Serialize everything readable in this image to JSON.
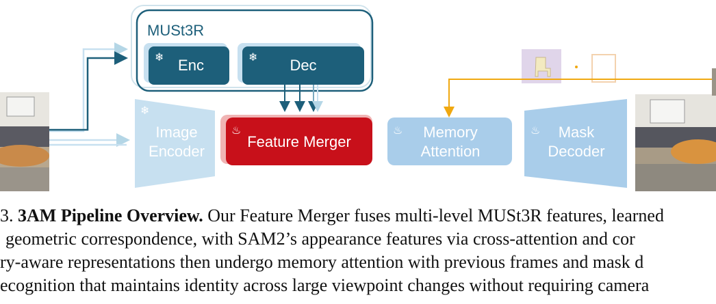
{
  "diagram": {
    "must3r_ghost_label": "MUSt3R",
    "must3r_label": "MUSt3R",
    "enc_label": "Enc",
    "dec_label": "Dec",
    "image_encoder_line1": "Image",
    "image_encoder_line2": "Encoder",
    "feature_merger_label": "Feature Merger",
    "memory_attention_line1": "Memory",
    "memory_attention_line2": "Attention",
    "mask_decoder_line1": "Mask",
    "mask_decoder_line2": "Decoder",
    "frozen_icon": "snowflake-icon",
    "trainable_icon": "flame-icon",
    "colors": {
      "must3r_dark": "#1d5f7a",
      "frozen_light": "#c7e0f0",
      "trainable_light": "#a9cdea",
      "feature_merger": "#c8101a",
      "arrow_orange": "#f0a810",
      "prompt_purple": "#e0d5ea"
    }
  },
  "caption": {
    "line1_prefix": "3. ",
    "line1_bold": "3AM Pipeline Overview.",
    "line1_rest": " Our Feature Merger fuses multi-level MUSt3R features, learned",
    "line2": "geometric correspondence, with SAM2’s appearance features via cross-attention and cor",
    "line3": "ry-aware representations then undergo memory attention with previous frames and mask d",
    "line4": "ecognition that maintains identity across large viewpoint changes without requiring camera"
  }
}
